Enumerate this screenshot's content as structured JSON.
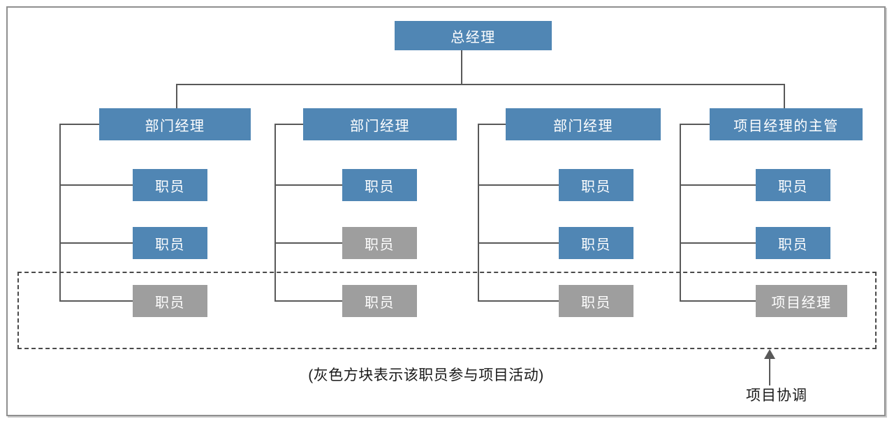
{
  "figure": {
    "root": {
      "label": "总经理",
      "variant": "blue"
    },
    "managers": [
      {
        "label": "部门经理",
        "variant": "blue"
      },
      {
        "label": "部门经理",
        "variant": "blue"
      },
      {
        "label": "部门经理",
        "variant": "blue"
      },
      {
        "label": "项目经理的主管",
        "variant": "blue"
      }
    ],
    "columns": [
      {
        "children": [
          {
            "label": "职员",
            "variant": "blue"
          },
          {
            "label": "职员",
            "variant": "blue"
          },
          {
            "label": "职员",
            "variant": "gray"
          }
        ]
      },
      {
        "children": [
          {
            "label": "职员",
            "variant": "blue"
          },
          {
            "label": "职员",
            "variant": "gray"
          },
          {
            "label": "职员",
            "variant": "gray"
          }
        ]
      },
      {
        "children": [
          {
            "label": "职员",
            "variant": "blue"
          },
          {
            "label": "职员",
            "variant": "blue"
          },
          {
            "label": "职员",
            "variant": "gray"
          }
        ]
      },
      {
        "children": [
          {
            "label": "职员",
            "variant": "blue"
          },
          {
            "label": "职员",
            "variant": "blue"
          },
          {
            "label": "项目经理",
            "variant": "gray"
          }
        ]
      }
    ],
    "caption": "(灰色方块表示该职员参与项目活动)",
    "annotation": {
      "label": "项目协调"
    },
    "colors": {
      "node_blue": "#5086B4",
      "node_gray": "#9E9E9E",
      "node_text": "#FFFFFF",
      "line": "#595959",
      "dashed": "#4A4A4A",
      "caption_text": "#1A1A1A",
      "frame_border": "#8F8F8F"
    }
  }
}
